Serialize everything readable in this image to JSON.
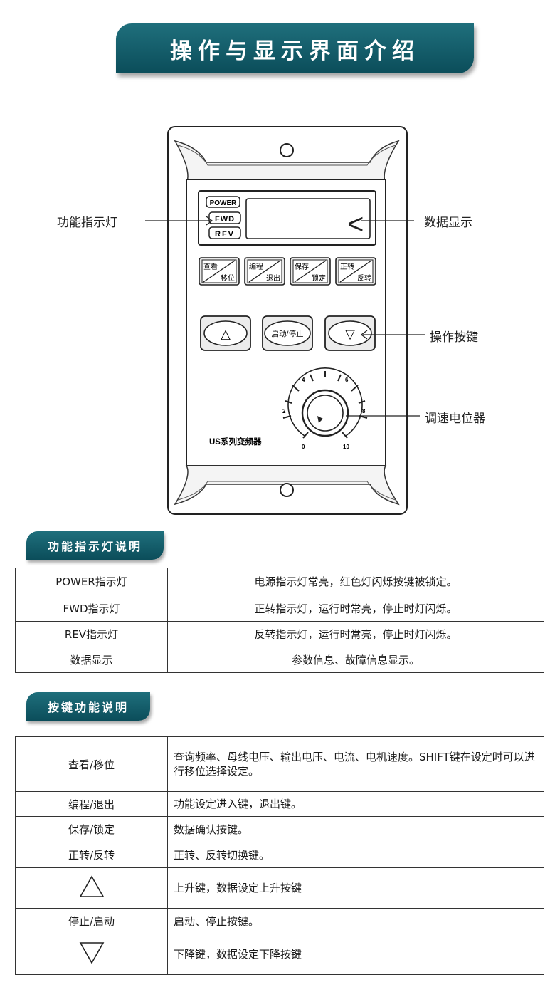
{
  "title": "操作与显示界面介绍",
  "panel": {
    "indicators": [
      "POWER",
      "FWD",
      "RFV"
    ],
    "display_glyph": "<",
    "keys": [
      {
        "top": "查看",
        "bottom": "移位"
      },
      {
        "top": "编程",
        "bottom": "退出"
      },
      {
        "top": "保存",
        "bottom": "锁定"
      },
      {
        "top": "正转",
        "bottom": "反转"
      }
    ],
    "up_symbol": "△",
    "start_stop": "启动/停止",
    "down_symbol": "▽",
    "dial_ticks": [
      "0",
      "2",
      "4",
      "6",
      "8",
      "10"
    ],
    "model": "US系列变频器"
  },
  "callouts": {
    "indicator": "功能指示灯",
    "display": "数据显示",
    "keys": "操作按键",
    "potentiometer": "调速电位器"
  },
  "section1": {
    "heading": "功能指示灯说明",
    "rows": [
      {
        "name": "POWER指示灯",
        "desc": "电源指示灯常亮，红色灯闪烁按键被锁定。"
      },
      {
        "name": "FWD指示灯",
        "desc": "正转指示灯，运行时常亮，停止时灯闪烁。"
      },
      {
        "name": "REV指示灯",
        "desc": "反转指示灯，运行时常亮，停止时灯闪烁。"
      },
      {
        "name": "数据显示",
        "desc": "参数信息、故障信息显示。"
      }
    ]
  },
  "section2": {
    "heading": "按键功能说明",
    "rows": [
      {
        "name": "查看/移位",
        "desc": "查询频率、母线电压、输出电压、电流、电机速度。SHIFT键在设定时可以进行移位选择设定。"
      },
      {
        "name": "编程/退出",
        "desc": "功能设定进入键，退出键。"
      },
      {
        "name": "保存/锁定",
        "desc": "数据确认按键。"
      },
      {
        "name": "正转/反转",
        "desc": "正转、反转切换键。"
      },
      {
        "name": "",
        "icon": "up-triangle",
        "desc": "上升键，数据设定上升按键"
      },
      {
        "name": "停止/启动",
        "desc": "启动、停止按键。"
      },
      {
        "name": "",
        "icon": "down-triangle",
        "desc": "下降键，数据设定下降按键"
      }
    ]
  }
}
